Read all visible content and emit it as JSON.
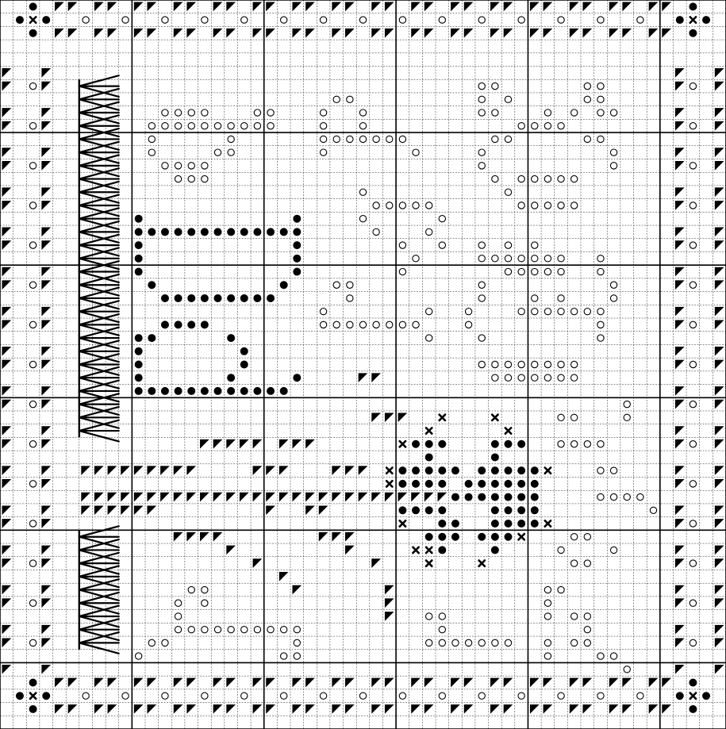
{
  "pattern": {
    "type": "cross-stitch chart",
    "grid": {
      "columns": 55,
      "rows": 55,
      "major_every": 10
    },
    "colors": {
      "ink": "#000000",
      "paper": "#ffffff",
      "major_line": "#000000",
      "minor_line": "#222222"
    },
    "symbols": [
      {
        "id": "dot",
        "icon": "filled-circle"
      },
      {
        "id": "ring",
        "icon": "open-circle"
      },
      {
        "id": "cross",
        "icon": "x-mark"
      },
      {
        "id": "tri",
        "icon": "filled-triangle"
      }
    ],
    "motifs": [
      "corner-accents",
      "triangle-border",
      "ring-border-dots",
      "arrow-bands",
      "dot-letter-B",
      "ring-letter-a",
      "ring-letter-b",
      "ring-letter-e",
      "ring-letter-c",
      "dot-flower",
      "triangle-line"
    ]
  }
}
